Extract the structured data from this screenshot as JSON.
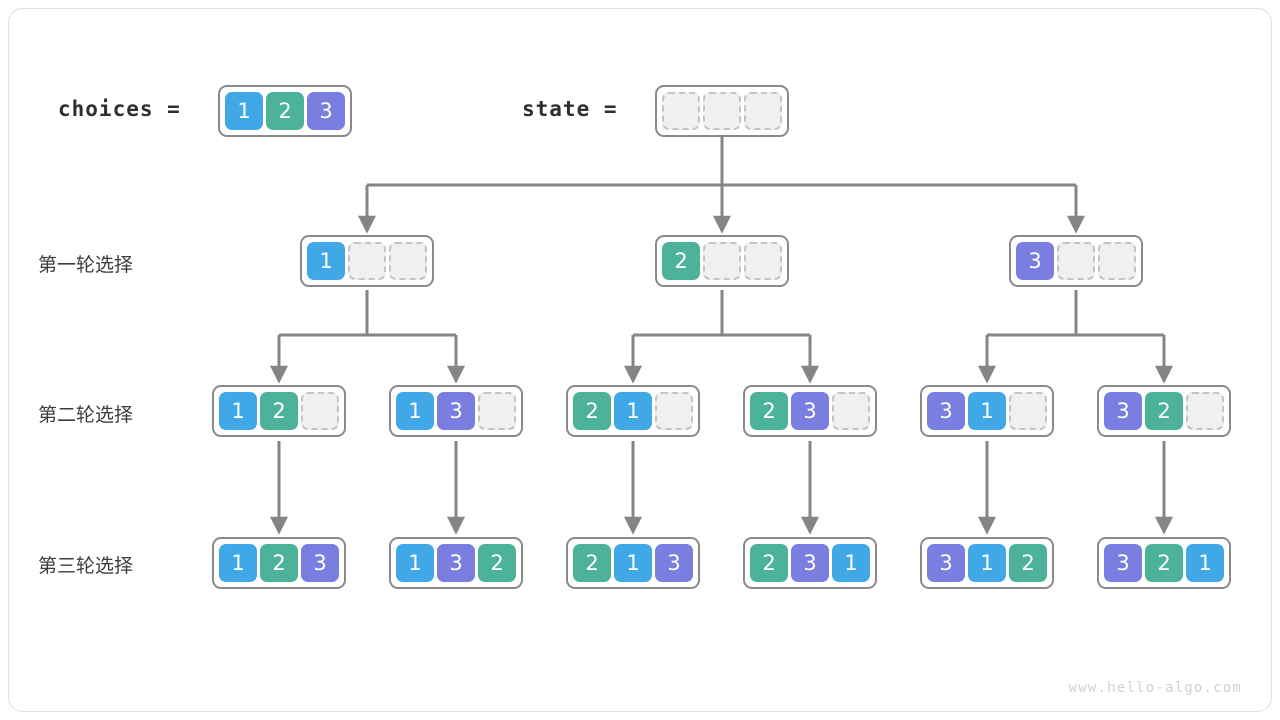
{
  "diagram": {
    "title_vars": {
      "choices_label": "choices =",
      "state_label": "state ="
    },
    "row_labels": [
      "第一轮选择",
      "第二轮选择",
      "第三轮选择"
    ],
    "watermark": "www.hello-algo.com",
    "colors": {
      "value_1": "#41a8e8",
      "value_2": "#4cb39a",
      "value_3": "#7a7ee0",
      "empty_cell_fill": "#f0f0f0",
      "empty_cell_border": "#c4c4c4",
      "node_border": "#8a8a8a",
      "edge": "#858585",
      "frame_border": "#e3e3e3",
      "text": "#2f2f2f",
      "watermark": "#d2d2d2"
    },
    "choices": {
      "cells": [
        "1",
        "2",
        "3"
      ]
    },
    "state": {
      "cells": [
        "",
        "",
        ""
      ]
    },
    "round1": [
      {
        "cells": [
          "1",
          "",
          ""
        ]
      },
      {
        "cells": [
          "2",
          "",
          ""
        ]
      },
      {
        "cells": [
          "3",
          "",
          ""
        ]
      }
    ],
    "round2": [
      {
        "cells": [
          "1",
          "2",
          ""
        ]
      },
      {
        "cells": [
          "1",
          "3",
          ""
        ]
      },
      {
        "cells": [
          "2",
          "1",
          ""
        ]
      },
      {
        "cells": [
          "2",
          "3",
          ""
        ]
      },
      {
        "cells": [
          "3",
          "1",
          ""
        ]
      },
      {
        "cells": [
          "3",
          "2",
          ""
        ]
      }
    ],
    "round3": [
      {
        "cells": [
          "1",
          "2",
          "3"
        ]
      },
      {
        "cells": [
          "1",
          "3",
          "2"
        ]
      },
      {
        "cells": [
          "2",
          "1",
          "3"
        ]
      },
      {
        "cells": [
          "2",
          "3",
          "1"
        ]
      },
      {
        "cells": [
          "3",
          "1",
          "2"
        ]
      },
      {
        "cells": [
          "3",
          "2",
          "1"
        ]
      }
    ]
  }
}
